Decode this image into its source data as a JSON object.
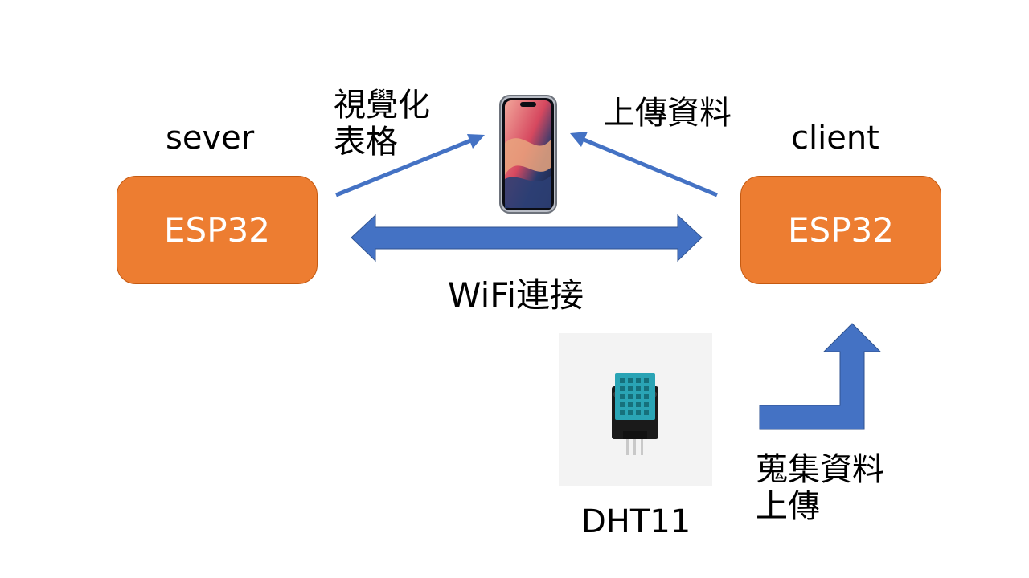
{
  "server": {
    "title": "sever",
    "chip": "ESP32"
  },
  "client": {
    "title": "client",
    "chip": "ESP32"
  },
  "phone": {
    "icon": "smartphone-icon"
  },
  "sensor": {
    "icon": "dht11-sensor-icon",
    "label": "DHT11"
  },
  "links": {
    "wifi": "WiFi連接",
    "visualize": [
      "視覺化",
      "表格"
    ],
    "upload": "上傳資料",
    "collect": [
      "蒐集資料",
      "上傳"
    ]
  },
  "colors": {
    "box_fill": "#ed7d31",
    "box_border": "#c55a11",
    "arrow": "#4472c4",
    "box_text": "#ffffff"
  }
}
